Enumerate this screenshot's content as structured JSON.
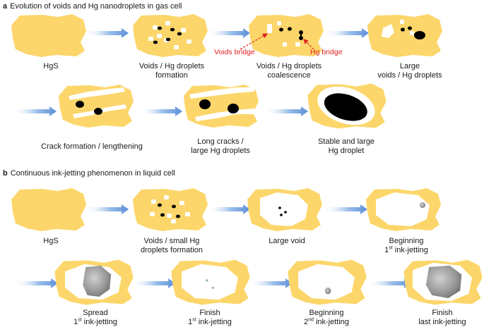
{
  "panel_a": {
    "letter": "a",
    "title": "Evolution of voids and Hg nanodroplets in gas cell",
    "steps": [
      {
        "line1": "HgS",
        "line2": ""
      },
      {
        "line1": "Voids / Hg droplets",
        "line2": "formation"
      },
      {
        "line1": "Voids / Hg droplets",
        "line2": "coalescence"
      },
      {
        "line1": "Large",
        "line2": "voids / Hg droplets"
      },
      {
        "line1": "Crack formation / lengthening",
        "line2": ""
      },
      {
        "line1": "Long cracks /",
        "line2": "large Hg droplets"
      },
      {
        "line1": "Stable and large",
        "line2": "Hg droplet"
      }
    ],
    "annotations": {
      "voids_bridge": "Voids bridge",
      "hg_bridge": "Hg bridge"
    }
  },
  "panel_b": {
    "letter": "b",
    "title": "Continuous ink-jetting phenomenon in liquid cell",
    "steps": [
      {
        "line1": "HgS",
        "pre": "",
        "sup": "",
        "post": ""
      },
      {
        "line1": "Voids / small Hg",
        "pre": "droplets formation",
        "sup": "",
        "post": ""
      },
      {
        "line1": "Large void",
        "pre": "",
        "sup": "",
        "post": ""
      },
      {
        "line1": "Beginning",
        "pre": "1",
        "sup": "st",
        "post": " ink-jetting"
      },
      {
        "line1": "Spread",
        "pre": "1",
        "sup": "st",
        "post": " ink-jetting"
      },
      {
        "line1": "Finish",
        "pre": "1",
        "sup": "st",
        "post": " ink-jetting"
      },
      {
        "line1": "Beginning",
        "pre": "2",
        "sup": "nd",
        "post": " ink-jetting"
      },
      {
        "line1": "Finish",
        "pre": "",
        "sup": "",
        "post": "last ink-jetting"
      }
    ]
  },
  "colors": {
    "particle": "#fcd66a",
    "arrow": "#5b8fd9",
    "annotation": "#e02020",
    "droplet": "#000000",
    "ink": "#8c8c8c"
  }
}
